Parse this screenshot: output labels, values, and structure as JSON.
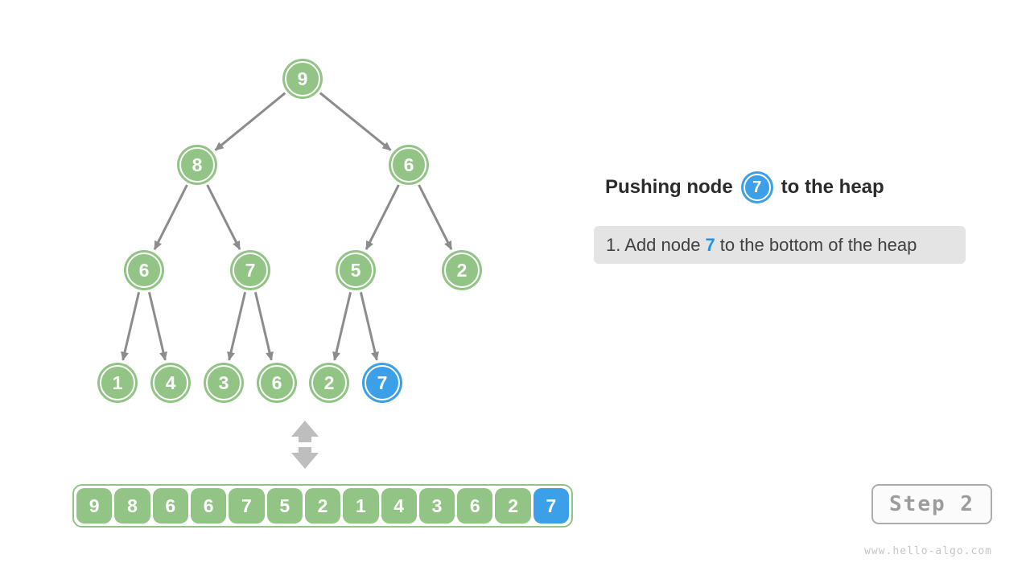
{
  "page": {
    "background": "#ffffff",
    "watermark": "www.hello-algo.com"
  },
  "caption": {
    "prefix": "Pushing node",
    "badge_value": "7",
    "suffix": "to the heap"
  },
  "instruction": {
    "before": "1. Add node",
    "highlight": "7",
    "after": "to the bottom of the heap"
  },
  "step_button": {
    "label": "Step 2"
  },
  "colors": {
    "node_green": "#92C485",
    "node_blue": "#3CA0E8",
    "edge_gray": "#8C8C8C",
    "swap_arrow_gray": "#BEBEBE",
    "instruction_bg": "#E4E4E4",
    "highlight_text_blue": "#2492E8",
    "step_text_gray": "#9C9C9C"
  },
  "tree": {
    "nodes": [
      {
        "value": "9",
        "highlight": false
      },
      {
        "value": "8",
        "highlight": false
      },
      {
        "value": "6",
        "highlight": false
      },
      {
        "value": "6",
        "highlight": false
      },
      {
        "value": "7",
        "highlight": false
      },
      {
        "value": "5",
        "highlight": false
      },
      {
        "value": "2",
        "highlight": false
      },
      {
        "value": "1",
        "highlight": false
      },
      {
        "value": "4",
        "highlight": false
      },
      {
        "value": "3",
        "highlight": false
      },
      {
        "value": "6",
        "highlight": false
      },
      {
        "value": "2",
        "highlight": false
      },
      {
        "value": "7",
        "highlight": true
      }
    ]
  },
  "array": {
    "values": [
      "9",
      "8",
      "6",
      "6",
      "7",
      "5",
      "2",
      "1",
      "4",
      "3",
      "6",
      "2",
      "7"
    ],
    "highlight_index": 12
  },
  "icons": {
    "swap": "up-down-arrow-icon"
  }
}
